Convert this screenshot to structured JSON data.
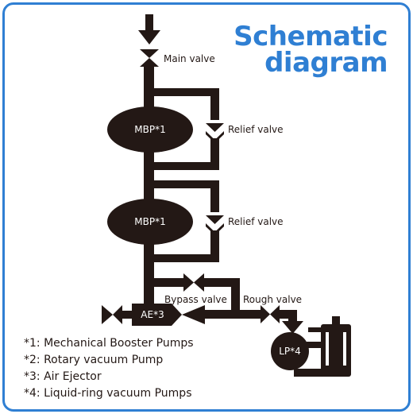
{
  "title": {
    "line1": "Schematic",
    "line2": "diagram"
  },
  "colors": {
    "accent": "#2f7fd3",
    "ink": "#231815"
  },
  "labels": {
    "main_valve": "Main valve",
    "relief_valve_1": "Relief valve",
    "relief_valve_2": "Relief valve",
    "bypass_valve": "Bypass valve",
    "rough_valve": "Rough valve",
    "mbp_1": "MBP*1",
    "mbp_2": "MBP*1",
    "ae": "AE*3",
    "lp": "LP*4"
  },
  "legend": [
    "*1: Mechanical Booster Pumps",
    "*2: Rotary vacuum Pump",
    "*3: Air Ejector",
    "*4: Liquid-ring vacuum Pumps"
  ]
}
